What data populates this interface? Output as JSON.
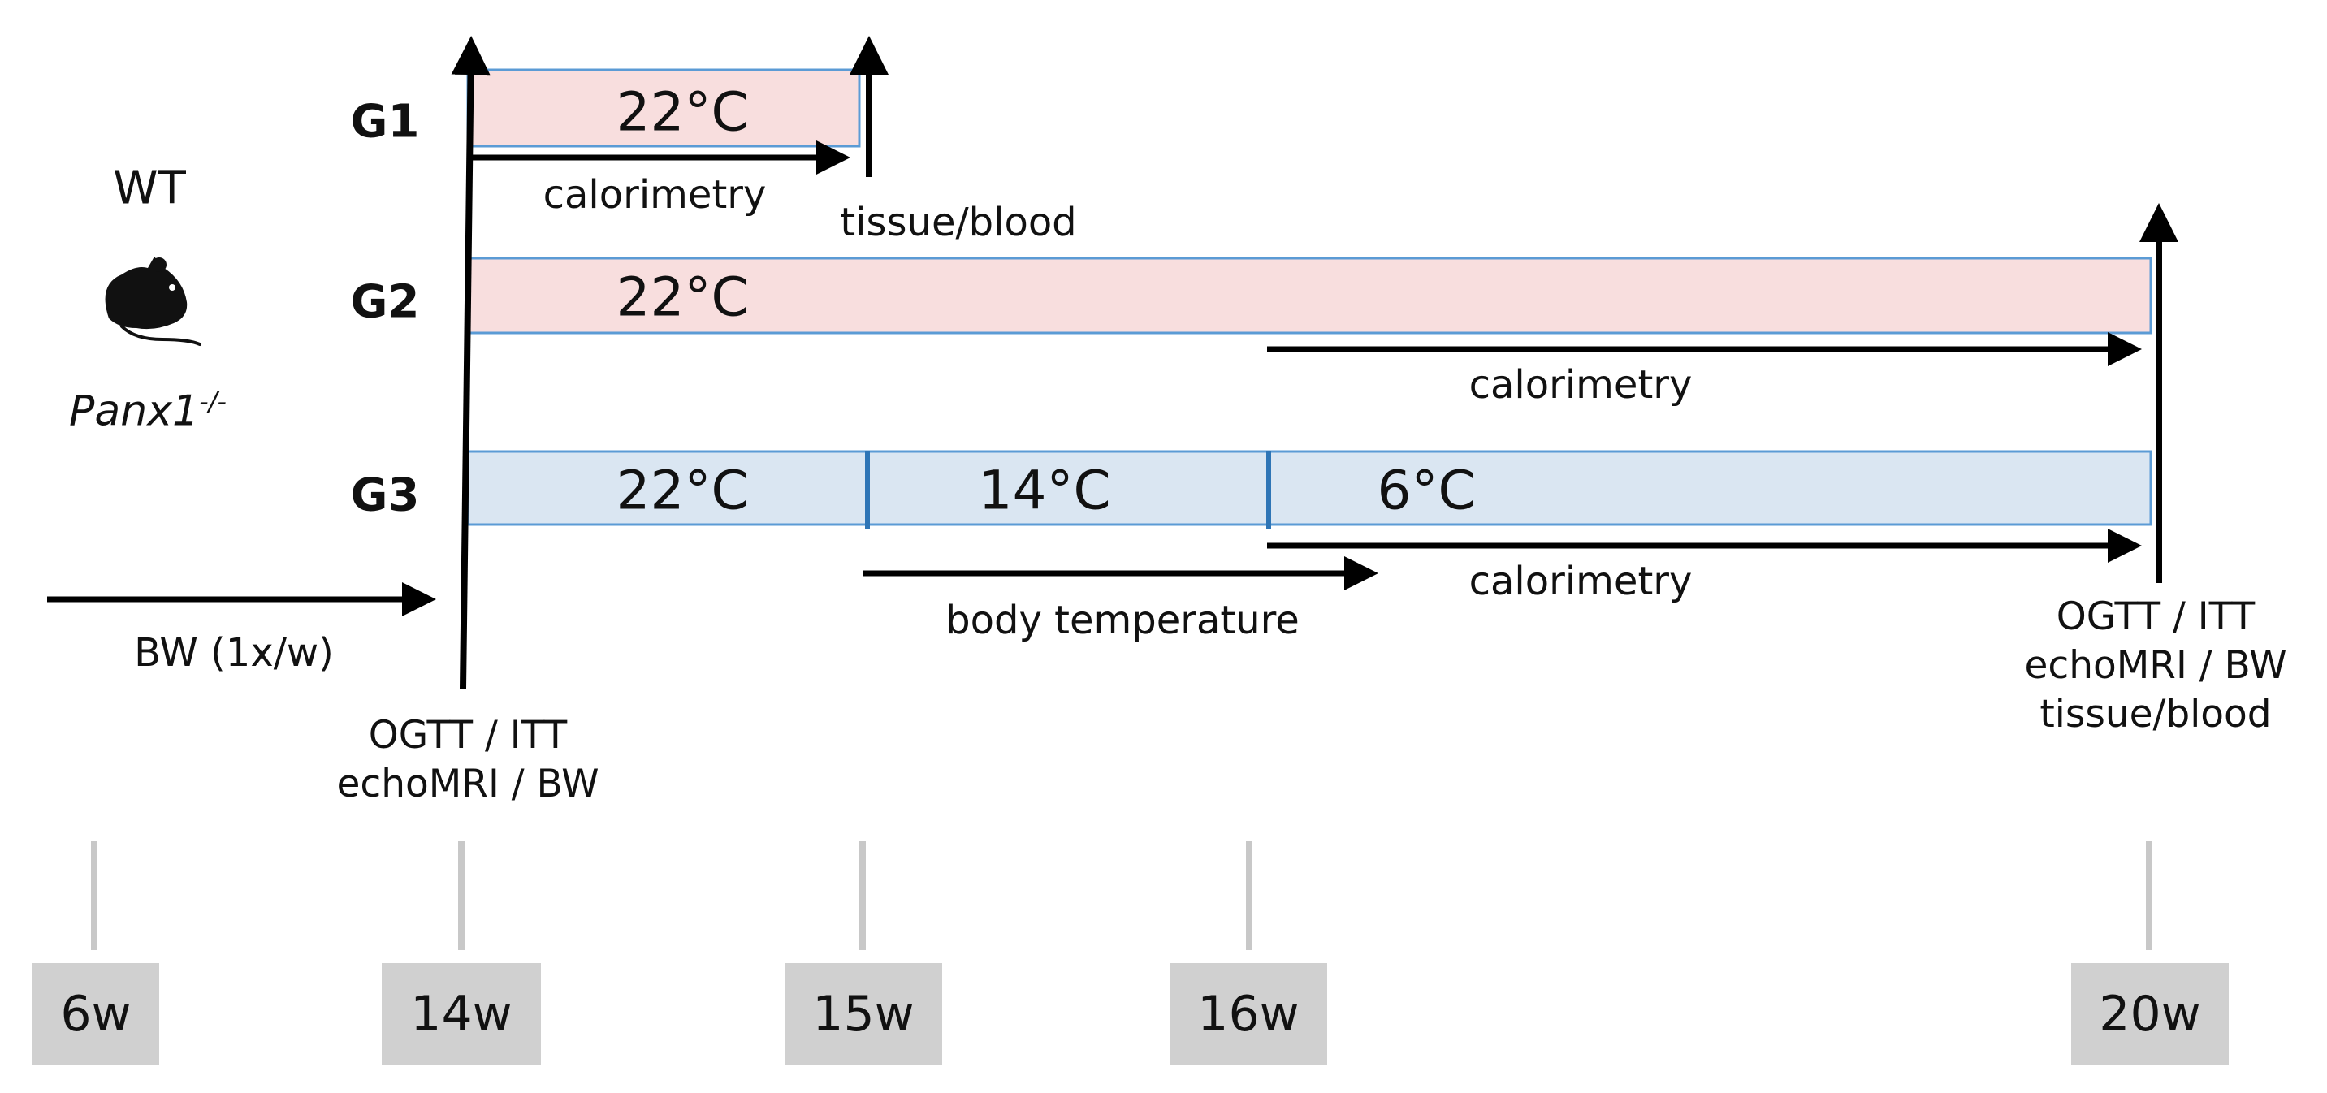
{
  "genotypes": {
    "wt": "WT",
    "ko": "Panx1",
    "ko_sup": "-/-"
  },
  "groups": [
    {
      "name": "G1",
      "phases": [
        {
          "temp": "22°C",
          "color": "#f8dede"
        }
      ]
    },
    {
      "name": "G2",
      "phases": [
        {
          "temp": "22°C",
          "color": "#f8dede"
        }
      ]
    },
    {
      "name": "G3",
      "phases": [
        {
          "temp": "22°C",
          "color": "#dae6f2"
        },
        {
          "temp": "14°C",
          "color": "#dae6f2"
        },
        {
          "temp": "6°C",
          "color": "#dae6f2"
        }
      ]
    }
  ],
  "labels": {
    "g1_calorimetry": "calorimetry",
    "g1_tissue": "tissue/blood",
    "g2_calorimetry": "calorimetry",
    "g3_calorimetry": "calorimetry",
    "body_temperature": "body temperature",
    "bw": "BW (1x/w)"
  },
  "start_measurements": [
    "OGTT / ITT",
    "echoMRI / BW"
  ],
  "end_measurements": [
    "OGTT / ITT",
    "echoMRI / BW",
    "tissue/blood"
  ],
  "weeks": [
    "6w",
    "14w",
    "15w",
    "16w",
    "20w"
  ],
  "colors": {
    "warm_fill": "#f8dede",
    "cold_fill": "#dae6f2",
    "bar_border": "#5b9bd5",
    "arrow": "#000000",
    "week_box": "#d0d0d0",
    "tick": "#c8c8c8"
  }
}
